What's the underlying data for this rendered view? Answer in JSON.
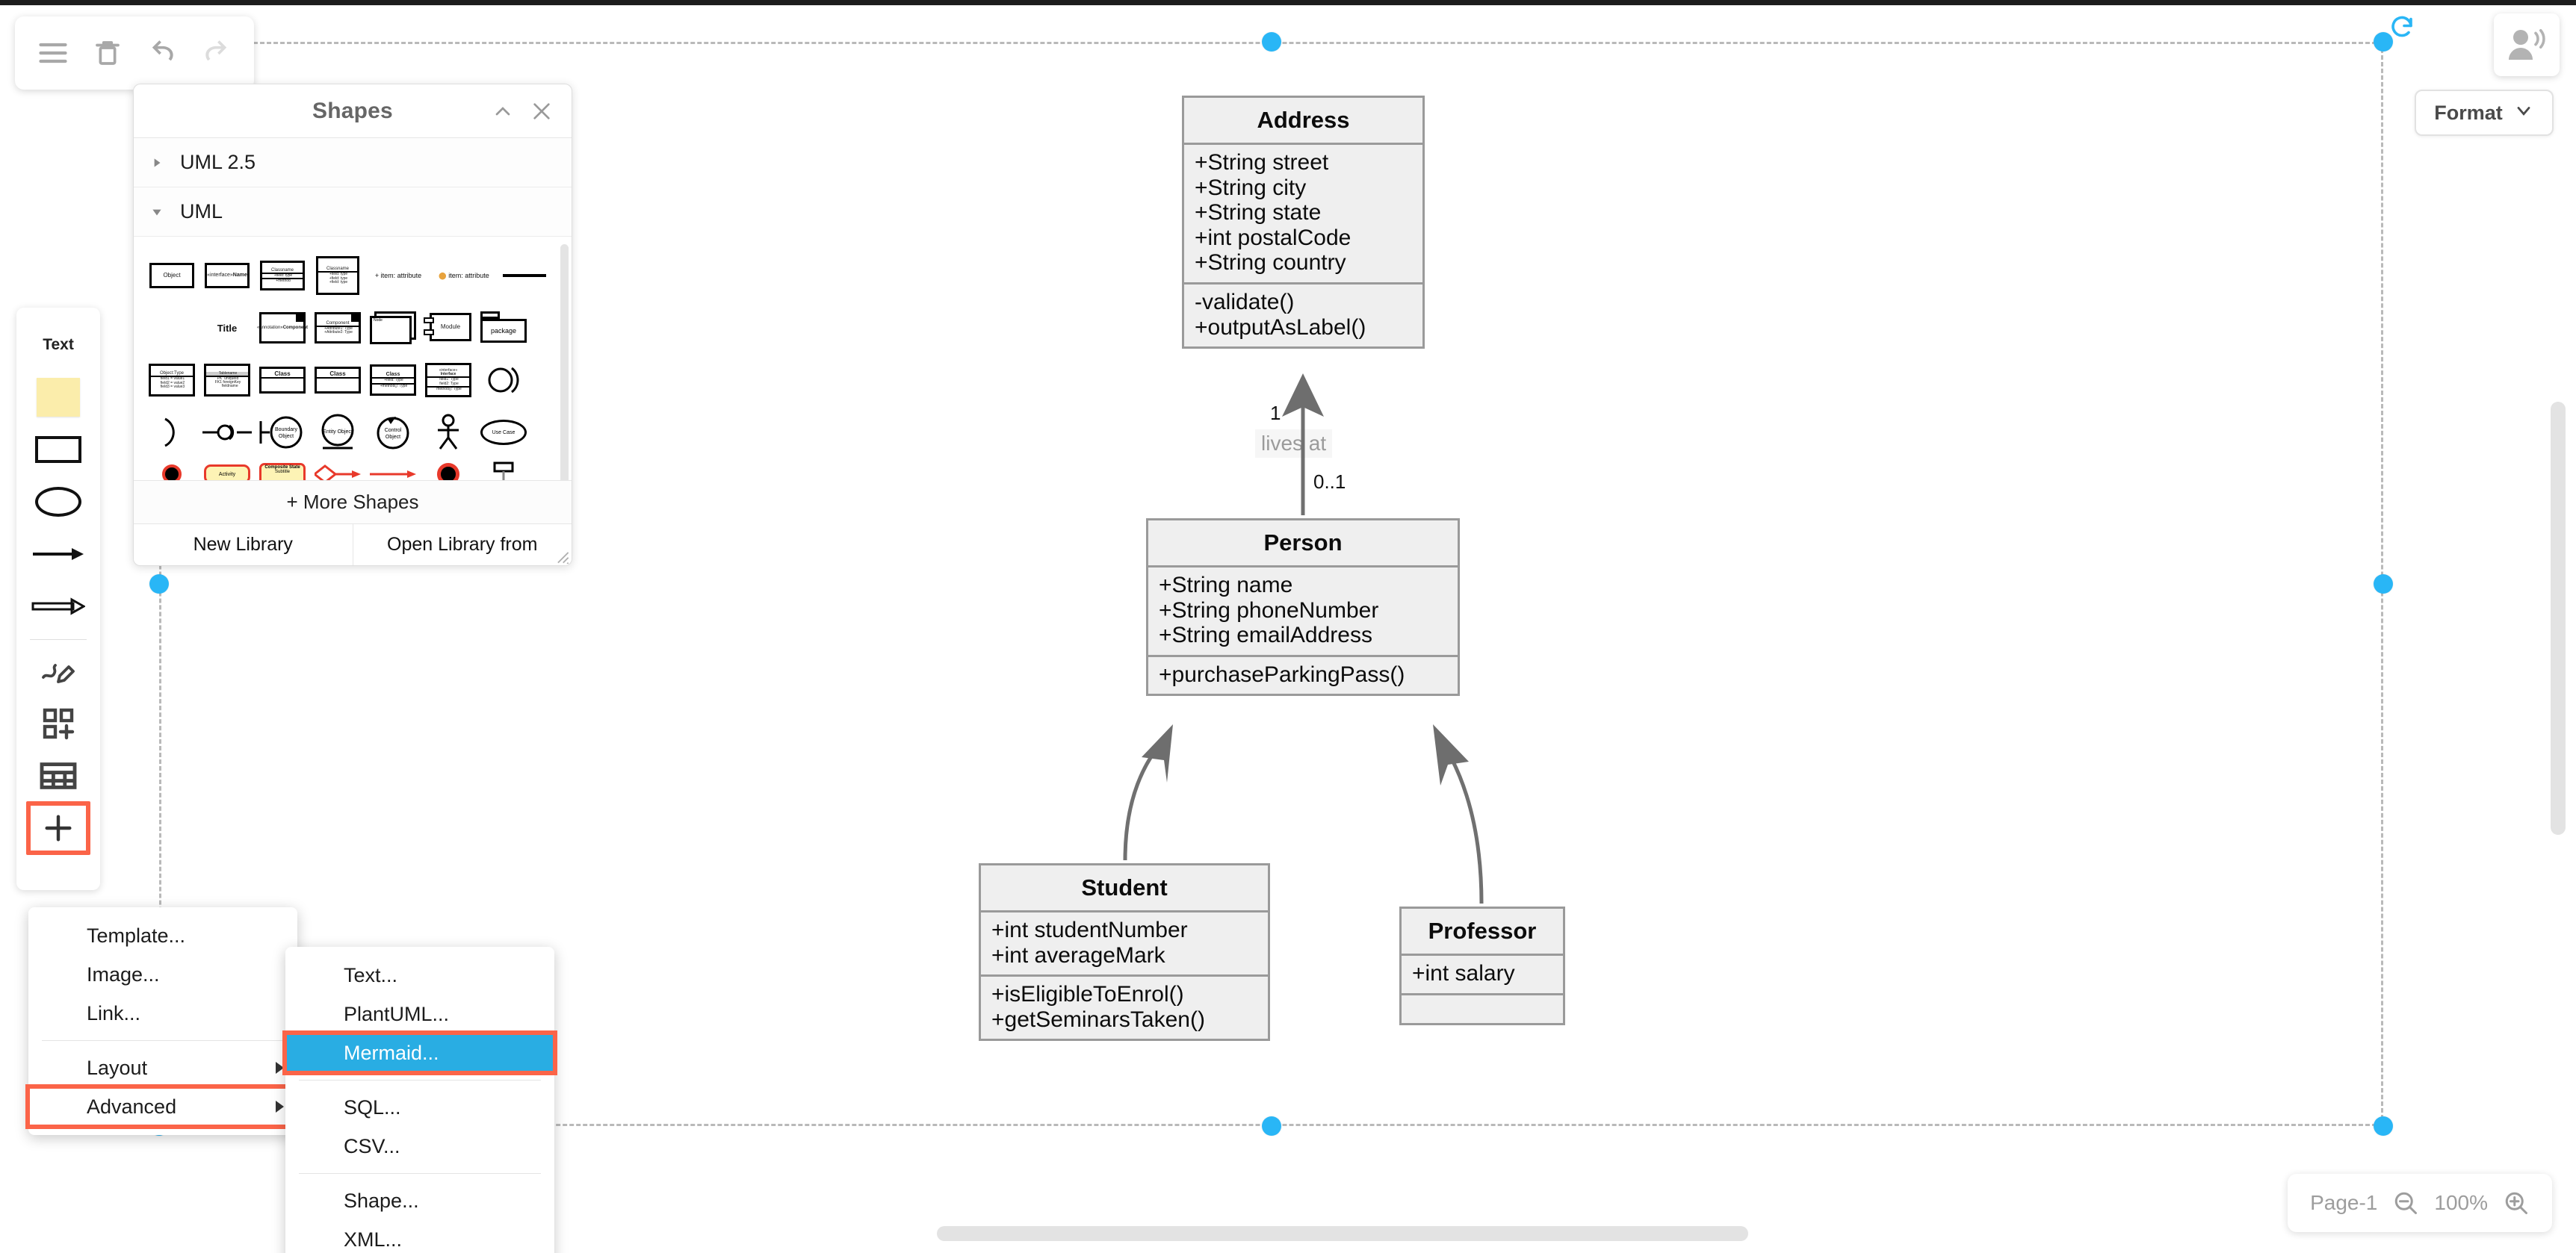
{
  "app": {
    "name": "drawio-diagram-editor",
    "canvas_background": "#ffffff",
    "accent_blue": "#29b6f6",
    "highlight_red": "#fb6448",
    "selection_blue": "#29ade3"
  },
  "toolbar_top": {
    "buttons": [
      {
        "label": "Menu",
        "icon": "hamburger-menu-icon"
      },
      {
        "label": "Delete",
        "icon": "trash-icon"
      },
      {
        "label": "Undo",
        "icon": "undo-icon"
      },
      {
        "label": "Redo",
        "icon": "redo-icon"
      }
    ]
  },
  "shapes_panel": {
    "title": "Shapes",
    "collapse_icon": "chevron-up-icon",
    "close_icon": "close-icon",
    "sections": [
      {
        "label": "UML 2.5",
        "expanded": false,
        "arrow": "triangle-right-icon"
      },
      {
        "label": "UML",
        "expanded": true,
        "arrow": "triangle-down-icon"
      }
    ],
    "palette_rows": [
      [
        "Object",
        "«interface» Name",
        "Classname",
        "Classname",
        "+ item: attribute",
        "item: attribute",
        "line"
      ],
      [
        "",
        "Title",
        "Component",
        "Component",
        "node",
        "Module",
        "package"
      ],
      [
        "Object:Type",
        "Tablename",
        "Class",
        "Class",
        "Class",
        "«interface» Interface",
        "arc"
      ],
      [
        "arc2",
        "port",
        "Boundary Object",
        "Entity Object",
        "Control Object",
        "actor",
        "Use Case"
      ],
      [
        "start-node",
        "Activity",
        "Composite State",
        "condition",
        "flow",
        "end-node",
        "signal"
      ]
    ],
    "footer": {
      "more_shapes": "+ More Shapes",
      "new_library": "New Library",
      "open_library": "Open Library from",
      "resize_grip": "resize-grip-icon"
    }
  },
  "toolbar_left": {
    "items": [
      {
        "label": "Text",
        "icon": "text-tool-icon",
        "highlighted": false
      },
      {
        "label": "Note",
        "icon": "sticky-note-icon",
        "highlighted": false
      },
      {
        "label": "Rectangle",
        "icon": "rectangle-icon",
        "highlighted": false
      },
      {
        "label": "Ellipse",
        "icon": "ellipse-icon",
        "highlighted": false
      },
      {
        "label": "Arrow",
        "icon": "arrow-icon",
        "highlighted": false
      },
      {
        "label": "Double Arrow",
        "icon": "double-arrow-icon",
        "highlighted": false
      },
      {
        "label": "Freehand",
        "icon": "pencil-scribble-icon",
        "highlighted": false
      },
      {
        "label": "Shapes",
        "icon": "shapes-add-icon",
        "highlighted": false
      },
      {
        "label": "Table",
        "icon": "table-icon",
        "highlighted": false
      },
      {
        "label": "Insert",
        "icon": "plus-icon",
        "highlighted": true
      }
    ]
  },
  "menu_insert": {
    "items": [
      {
        "label": "Template...",
        "submenu": false,
        "state": "normal"
      },
      {
        "label": "Image...",
        "submenu": false,
        "state": "normal"
      },
      {
        "label": "Link...",
        "submenu": false,
        "state": "normal"
      },
      {
        "separator": true
      },
      {
        "label": "Layout",
        "submenu": true,
        "state": "normal"
      },
      {
        "label": "Advanced",
        "submenu": true,
        "state": "outlined"
      }
    ]
  },
  "menu_advanced": {
    "items": [
      {
        "label": "Text...",
        "state": "normal"
      },
      {
        "label": "PlantUML...",
        "state": "normal"
      },
      {
        "label": "Mermaid...",
        "state": "selected-outlined"
      },
      {
        "separator": true
      },
      {
        "label": "SQL...",
        "state": "normal"
      },
      {
        "label": "CSV...",
        "state": "normal"
      },
      {
        "separator": true
      },
      {
        "label": "Shape...",
        "state": "normal"
      },
      {
        "label": "XML...",
        "state": "normal"
      }
    ]
  },
  "right_panel": {
    "share_icon": "user-share-icon",
    "format_label": "Format",
    "format_caret": "chevron-down-icon"
  },
  "status_bar": {
    "page_label": "Page-1",
    "zoom_out_icon": "zoom-out-icon",
    "zoom_value": "100%",
    "zoom_in_icon": "zoom-in-icon"
  },
  "diagram": {
    "type": "uml-class-diagram",
    "classes": [
      {
        "id": "address",
        "name": "Address",
        "attributes": [
          "+String street",
          "+String city",
          "+String state",
          "+int postalCode",
          "+String country"
        ],
        "methods": [
          "-validate()",
          "+outputAsLabel()"
        ]
      },
      {
        "id": "person",
        "name": "Person",
        "attributes": [
          "+String name",
          "+String phoneNumber",
          "+String emailAddress"
        ],
        "methods": [
          "+purchaseParkingPass()"
        ]
      },
      {
        "id": "student",
        "name": "Student",
        "attributes": [
          "+int studentNumber",
          "+int averageMark"
        ],
        "methods": [
          "+isEligibleToEnrol()",
          "+getSeminarsTaken()"
        ]
      },
      {
        "id": "professor",
        "name": "Professor",
        "attributes": [
          "+int salary"
        ],
        "methods": []
      }
    ],
    "relationships": [
      {
        "from": "person",
        "to": "address",
        "label": "lives at",
        "source_multiplicity": "0..1",
        "target_multiplicity": "1",
        "kind": "association-arrow"
      },
      {
        "from": "student",
        "to": "person",
        "label": "",
        "kind": "inheritance"
      },
      {
        "from": "professor",
        "to": "person",
        "label": "",
        "kind": "inheritance"
      }
    ]
  }
}
